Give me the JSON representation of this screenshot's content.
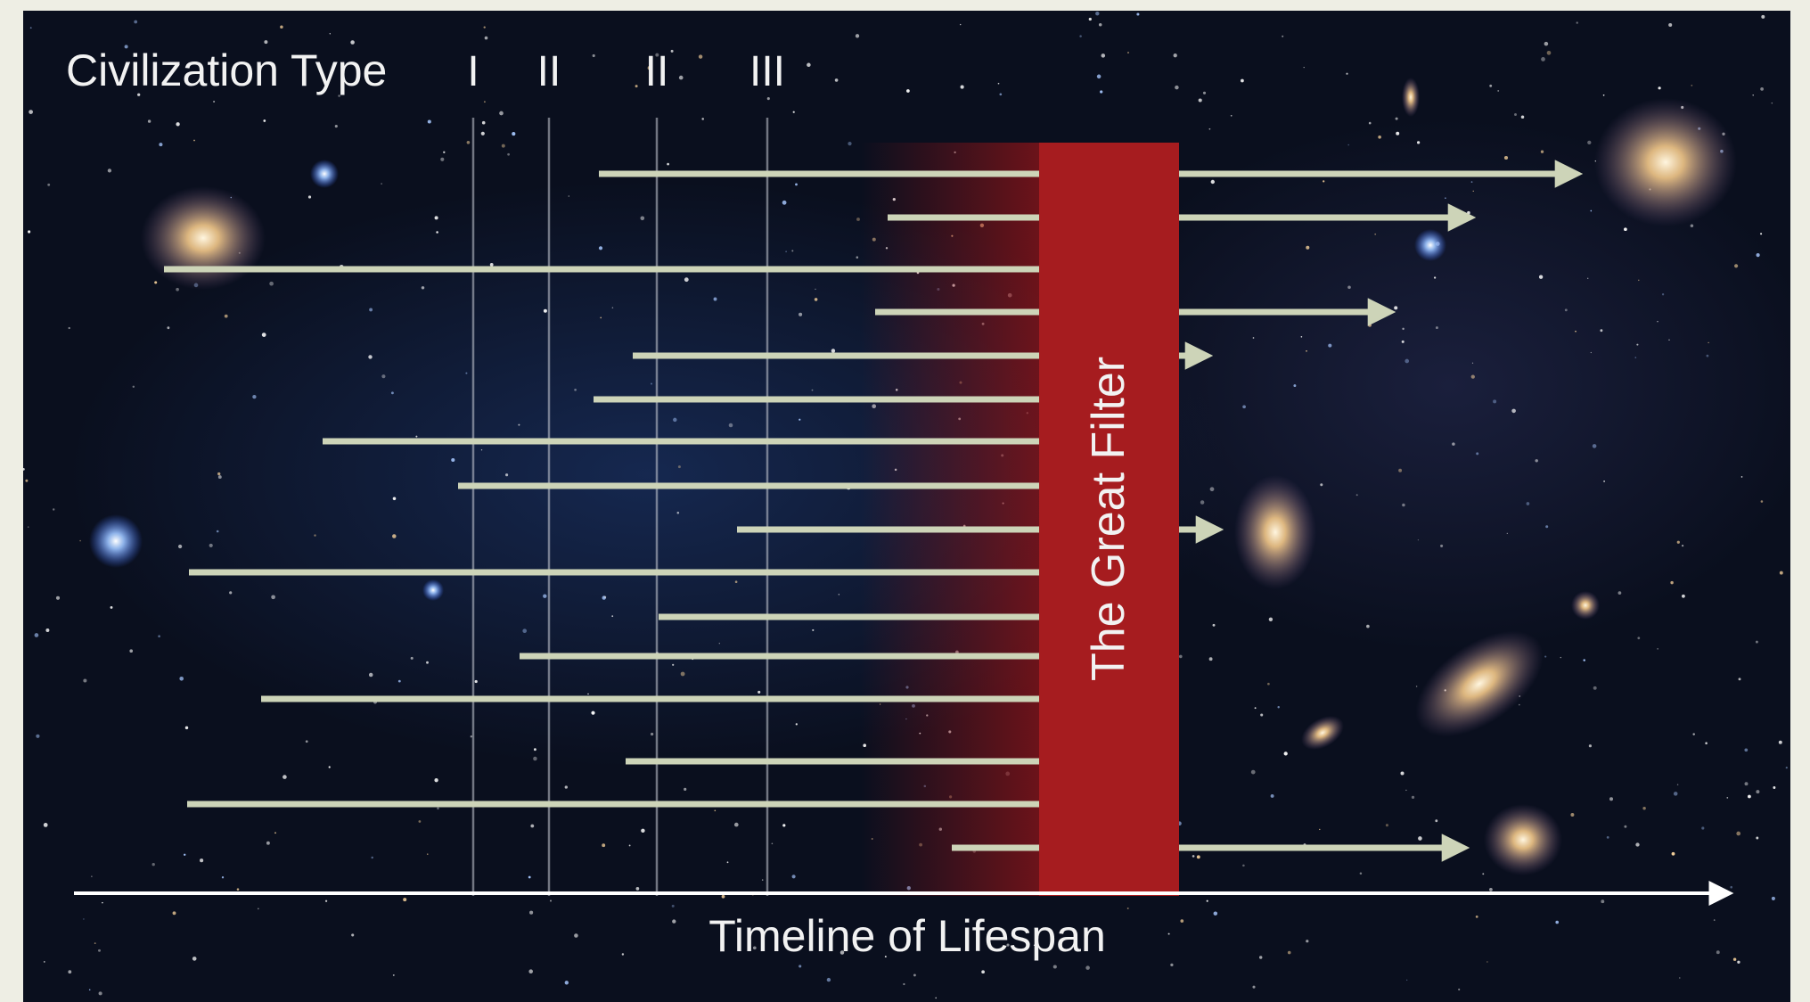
{
  "diagram": {
    "header_label": "Civilization Type",
    "type_columns": [
      "I",
      "II",
      "II",
      "III"
    ],
    "filter_label": "The Great Filter",
    "axis_label": "Timeline of Lifespan"
  },
  "colors": {
    "background": "#0a0f1e",
    "filter": "#a61c1f",
    "line": "#cdd4b8",
    "axis": "#ffffff",
    "text": "#f2f2f2"
  }
}
